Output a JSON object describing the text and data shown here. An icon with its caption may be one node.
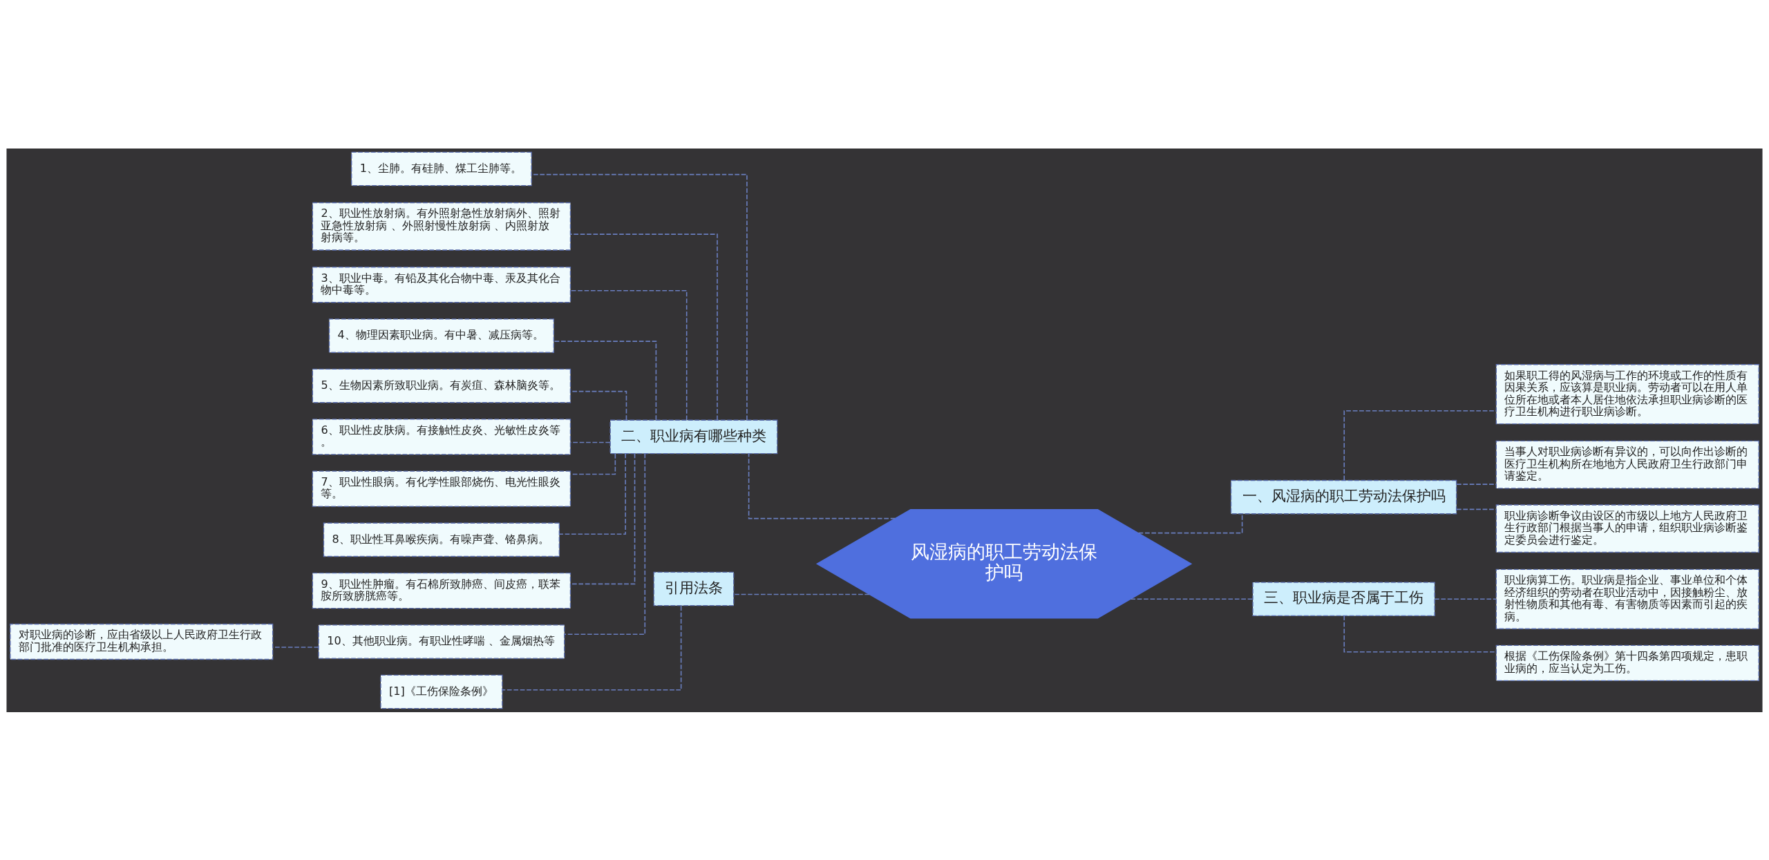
{
  "diagram": {
    "nodes": [
      {
        "text": [
          "风湿病的职工劳动法保护吗"
        ]
      },
      {
        "text": [
          "二、职业病有哪些种类"
        ]
      },
      {
        "text": [
          "1、尘肺。有硅肺、煤工尘肺等。"
        ]
      },
      {
        "text": [
          "2、职业性放射病。有外照射急性放射病外、照射亚急性放射病 、外照射慢性放射病 、内照射放射病等。"
        ]
      },
      {
        "text": [
          "3、职业中毒。有铅及其化合物中毒、汞及其化合物中毒等。"
        ]
      },
      {
        "text": [
          "4、物理因素职业病。有中暑、减压病等。"
        ]
      },
      {
        "text": [
          "5、生物因素所致职业病。有炭疽、森林脑炎等。"
        ]
      },
      {
        "text": [
          "6、职业性皮肤病。有接触性皮炎、光敏性皮炎等。"
        ]
      },
      {
        "text": [
          "7、职业性眼病。有化学性眼部烧伤、电光性眼炎等。"
        ]
      },
      {
        "text": [
          "8、职业性耳鼻喉疾病。有噪声聋、铬鼻病。"
        ]
      },
      {
        "text": [
          "9、职业性肿瘤。有石棉所致肺癌、间皮癌，联苯胺所致膀胱癌等。"
        ]
      },
      {
        "text": [
          "10、其他职业病。有职业性哮喘 、金属烟热等"
        ]
      },
      {
        "text": [
          "对职业病的诊断，应由省级以上人民政府卫生行政部门批准的医疗卫生机构承担。"
        ]
      },
      {
        "text": [
          "引用法条"
        ]
      },
      {
        "text": [
          "[1]《工伤保险条例》"
        ]
      },
      {
        "text": [
          "一、风湿病的职工劳动法保护吗"
        ]
      },
      {
        "text": [
          "如果职工得的风湿病与工作的环境或工作的性质有因果关系，应该算是职业病。劳动者可以在用人单位所在地或者本人居住地依法承担职业病诊断的医疗卫生机构进行职业病诊断。"
        ]
      },
      {
        "text": [
          "当事人对职业病诊断有异议的，可以向作出诊断的医疗卫生机构所在地地方人民政府卫生行政部门申请鉴定。"
        ]
      },
      {
        "text": [
          "职业病诊断争议由设区的市级以上地方人民政府卫生行政部门根据当事人的申请，组织职业病诊断鉴定委员会进行鉴定。"
        ]
      },
      {
        "text": [
          "三、职业病是否属于工伤"
        ]
      },
      {
        "text": [
          "职业病算工伤。职业病是指企业、事业单位和个体经济组织的劳动者在职业活动中，因接触粉尘、放射性物质和其他有毒、有害物质等因素而引起的疾病。"
        ]
      },
      {
        "text": [
          "根据《工伤保险条例》第十四条第四项规定，患职业病的，应当认定为工伤。"
        ]
      }
    ],
    "edges": [
      {
        "from": 0,
        "to": 1,
        "arrow": "none",
        "style": "dashed"
      },
      {
        "from": 1,
        "to": 2,
        "arrow": "none",
        "style": "dashed"
      },
      {
        "from": 1,
        "to": 3,
        "arrow": "none",
        "style": "dashed"
      },
      {
        "from": 1,
        "to": 4,
        "arrow": "none",
        "style": "dashed"
      },
      {
        "from": 1,
        "to": 5,
        "arrow": "none",
        "style": "dashed"
      },
      {
        "from": 1,
        "to": 6,
        "arrow": "none",
        "style": "dashed"
      },
      {
        "from": 1,
        "to": 7,
        "arrow": "none",
        "style": "dashed"
      },
      {
        "from": 1,
        "to": 8,
        "arrow": "none",
        "style": "dashed"
      },
      {
        "from": 1,
        "to": 9,
        "arrow": "none",
        "style": "dashed"
      },
      {
        "from": 1,
        "to": 10,
        "arrow": "none",
        "style": "dashed"
      },
      {
        "from": 1,
        "to": 11,
        "arrow": "none",
        "style": "dashed"
      },
      {
        "from": 11,
        "to": 12,
        "arrow": "none",
        "style": "dashed"
      },
      {
        "from": 0,
        "to": 13,
        "arrow": "none",
        "style": "dashed"
      },
      {
        "from": 13,
        "to": 14,
        "arrow": "none",
        "style": "dashed"
      },
      {
        "from": 0,
        "to": 15,
        "arrow": "none",
        "style": "dashed"
      },
      {
        "from": 15,
        "to": 16,
        "arrow": "none",
        "style": "dashed"
      },
      {
        "from": 15,
        "to": 17,
        "arrow": "none",
        "style": "dashed"
      },
      {
        "from": 15,
        "to": 18,
        "arrow": "none",
        "style": "dashed"
      },
      {
        "from": 0,
        "to": 19,
        "arrow": "none",
        "style": "dashed"
      },
      {
        "from": 19,
        "to": 20,
        "arrow": "none",
        "style": "dashed"
      },
      {
        "from": 19,
        "to": 21,
        "arrow": "none",
        "style": "dashed"
      }
    ]
  }
}
